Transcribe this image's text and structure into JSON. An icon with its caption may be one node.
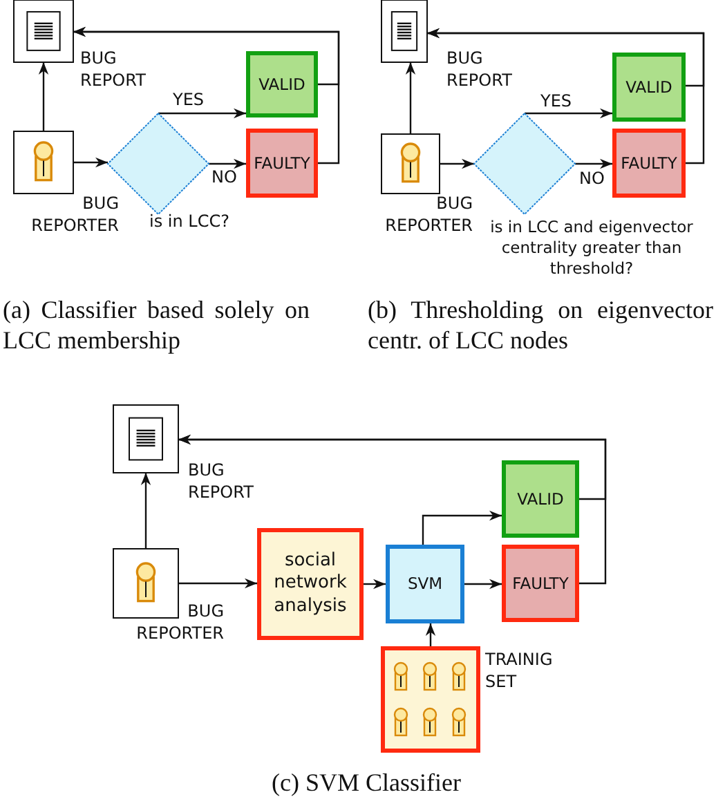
{
  "diagram": {
    "nodes": [
      {
        "text": [],
        "shape": "picture",
        "beside": [
          "BUG REPORT"
        ]
      },
      {
        "text": [],
        "shape": "picture",
        "beside": [
          "BUG REPORTER"
        ]
      },
      {
        "text": [],
        "shape": "diamond",
        "beside": [
          "is in LCC?"
        ]
      },
      {
        "text": [
          "VALID"
        ]
      },
      {
        "text": [
          "FAULTY"
        ]
      },
      {
        "text": [],
        "shape": "picture",
        "beside": [
          "BUG REPORT"
        ]
      },
      {
        "text": [],
        "shape": "picture",
        "beside": [
          "BUG REPORTER"
        ]
      },
      {
        "text": [],
        "shape": "diamond",
        "beside": [
          "is in LCC and eigenvector centrality greater than threshold?"
        ]
      },
      {
        "text": [
          "VALID"
        ]
      },
      {
        "text": [
          "FAULTY"
        ]
      },
      {
        "text": [],
        "shape": "picture",
        "beside": [
          "BUG REPORT"
        ]
      },
      {
        "text": [],
        "shape": "picture",
        "beside": [
          "BUG REPORTER"
        ]
      },
      {
        "text": [
          "social network analysis"
        ]
      },
      {
        "text": [
          "SVM"
        ]
      },
      {
        "text": [
          "VALID"
        ]
      },
      {
        "text": [
          "FAULTY"
        ]
      },
      {
        "text": [],
        "shape": "picture",
        "beside": [
          "TRAINIG SET"
        ]
      }
    ],
    "edges": [
      {
        "from": 1,
        "to": 0,
        "arrow": "to"
      },
      {
        "from": 1,
        "to": 2,
        "arrow": "to"
      },
      {
        "from": 2,
        "to": 3,
        "arrow": "to",
        "label": "YES"
      },
      {
        "from": 2,
        "to": 4,
        "arrow": "to",
        "label": "NO"
      },
      {
        "from": 3,
        "to": 0,
        "arrow": "to"
      },
      {
        "from": 4,
        "to": 0,
        "arrow": "to"
      },
      {
        "from": 6,
        "to": 5,
        "arrow": "to"
      },
      {
        "from": 6,
        "to": 7,
        "arrow": "to"
      },
      {
        "from": 7,
        "to": 8,
        "arrow": "to",
        "label": "YES"
      },
      {
        "from": 7,
        "to": 9,
        "arrow": "to",
        "label": "NO"
      },
      {
        "from": 8,
        "to": 5,
        "arrow": "to"
      },
      {
        "from": 9,
        "to": 5,
        "arrow": "to"
      },
      {
        "from": 11,
        "to": 10,
        "arrow": "to"
      },
      {
        "from": 11,
        "to": 12,
        "arrow": "to"
      },
      {
        "from": 12,
        "to": 13,
        "arrow": "to"
      },
      {
        "from": 13,
        "to": 14,
        "arrow": "to"
      },
      {
        "from": 13,
        "to": 15,
        "arrow": "to"
      },
      {
        "from": 16,
        "to": 13,
        "arrow": "to"
      },
      {
        "from": 14,
        "to": 10,
        "arrow": "to"
      },
      {
        "from": 15,
        "to": 10,
        "arrow": "to"
      }
    ],
    "labels": [
      "(a) Classifier based solely on LCC membership",
      "(b) Thresholding on eigenvector centr. of LCC nodes",
      "(c) SVM Classifier"
    ]
  }
}
